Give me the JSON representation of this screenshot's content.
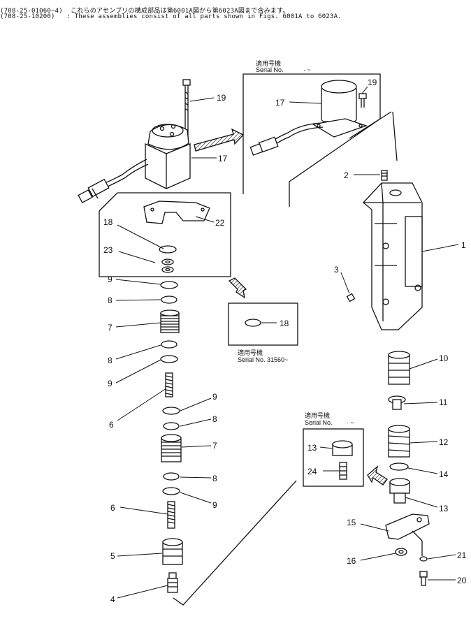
{
  "header": {
    "line1_code": "(708-25-01060~4)",
    "line1_text": "これらのアセンブリの構成部品は第6001A図から第6023A図まで含みます。",
    "line2_code": "(708-25-10200)",
    "line2_text": ": These assemblies consist of all parts shown in Figs. 6001A to 6023A."
  },
  "boxes": {
    "top_right": {
      "jp": "適用号機",
      "serial": "Serial No.",
      "range": "· ~"
    },
    "middle": {
      "jp": "適用号機",
      "serial": "Serial No. 31560~"
    },
    "lower_right": {
      "jp": "適用号機",
      "serial": "Serial No.",
      "range": "· ~"
    }
  },
  "callouts": {
    "c19a": "19",
    "c17a": "17",
    "c22": "22",
    "c18a": "18",
    "c23": "23",
    "c9a": "9",
    "c8a": "8",
    "c7a": "7",
    "c8b": "8",
    "c9b": "9",
    "c6a": "6",
    "c9c": "9",
    "c8c": "8",
    "c7b": "7",
    "c8d": "8",
    "c9d": "9",
    "c6b": "6",
    "c5": "5",
    "c4": "4",
    "c17b": "17",
    "c19b": "19",
    "c18b": "18",
    "c2": "2",
    "c1": "1",
    "c3": "3",
    "c10": "10",
    "c11": "11",
    "c12": "12",
    "c14": "14",
    "c13a": "13",
    "c13b": "13",
    "c24": "24",
    "c15": "15",
    "c16": "16",
    "c21": "21",
    "c20": "20"
  }
}
